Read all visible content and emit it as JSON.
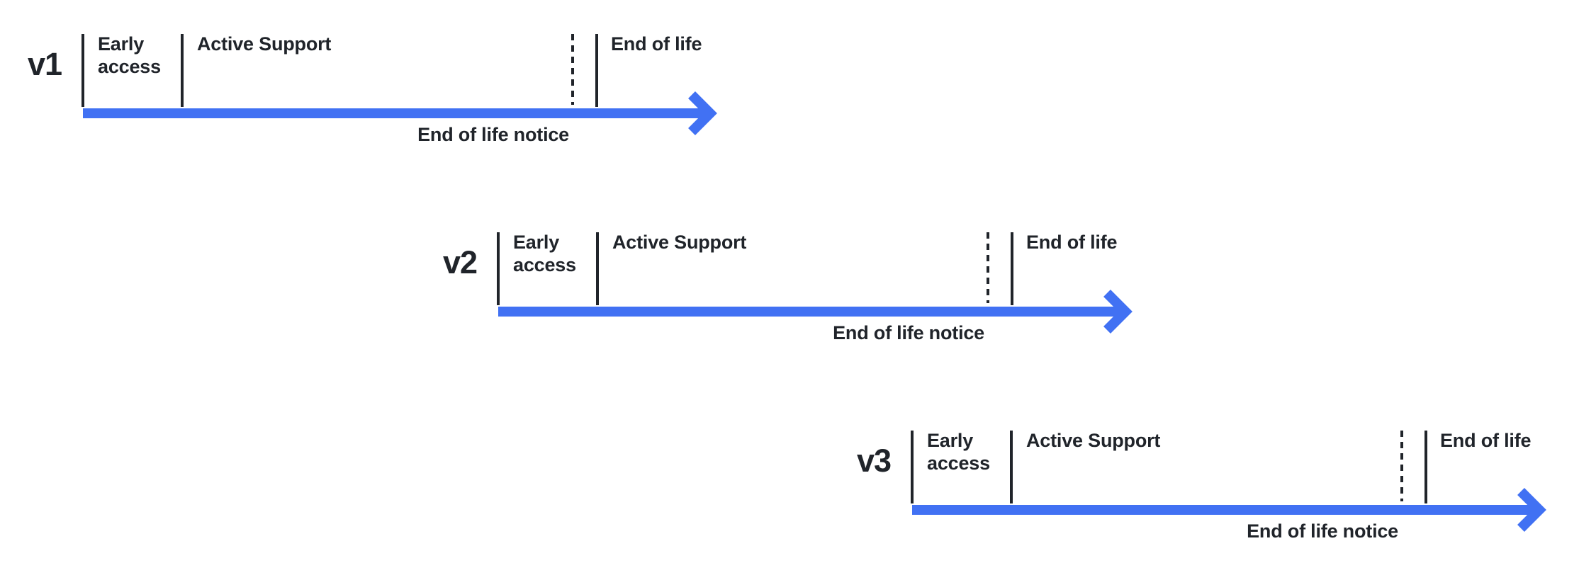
{
  "diagram": {
    "type": "version-lifecycle-timelines",
    "colors": {
      "arrow_blue": "#4171F3",
      "line_and_text_dark": "#20242A",
      "background": "#ffffff"
    },
    "timelines": [
      {
        "version": "v1",
        "early_access": "Early access",
        "active_support": "Active Support",
        "end_of_life": "End of life",
        "end_of_life_notice": "End of life notice"
      },
      {
        "version": "v2",
        "early_access": "Early access",
        "active_support": "Active Support",
        "end_of_life": "End of life",
        "end_of_life_notice": "End of life notice"
      },
      {
        "version": "v3",
        "early_access": "Early access",
        "active_support": "Active Support",
        "end_of_life": "End of life",
        "end_of_life_notice": "End of life notice"
      }
    ]
  }
}
